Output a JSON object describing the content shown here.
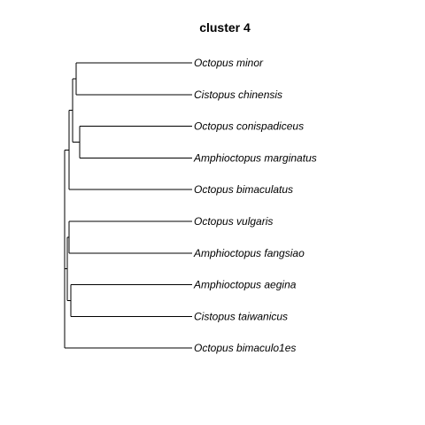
{
  "title": "cluster 4",
  "tree": {
    "children": [
      {
        "children": [
          {
            "children": [
              {
                "children": [
                  {
                    "leaf": 0,
                    "label": "Octopus minor"
                  },
                  {
                    "leaf": 1,
                    "label": "Cistopus chinensis"
                  }
                ]
              },
              {
                "children": [
                  {
                    "leaf": 2,
                    "label": "Octopus conispadiceus"
                  },
                  {
                    "leaf": 3,
                    "label": "Amphioctopus marginatus"
                  }
                ]
              }
            ]
          },
          {
            "leaf": 4,
            "label": "Octopus bimaculatus"
          }
        ]
      },
      {
        "children": [
          {
            "children": [
              {
                "leaf": 5,
                "label": "Octopus vulgaris"
              },
              {
                "leaf": 6,
                "label": "Amphioctopus fangsiao"
              }
            ]
          },
          {
            "children": [
              {
                "leaf": 7,
                "label": "Amphioctopus aegina"
              },
              {
                "leaf": 8,
                "label": "Cistopus taiwanicus"
              }
            ]
          }
        ]
      },
      {
        "leaf": 9,
        "label": "Octopus bimaculo1es"
      }
    ]
  }
}
